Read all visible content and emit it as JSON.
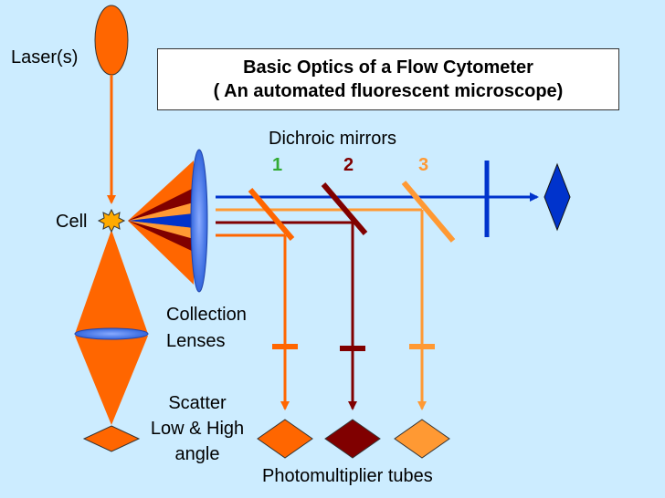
{
  "title": {
    "line1": "Basic Optics of a Flow Cytometer",
    "line2": "( An automated fluorescent microscope)"
  },
  "labels": {
    "laser": "Laser(s)",
    "cell": "Cell",
    "dichroic": "Dichroic mirrors",
    "collection_line1": "Collection",
    "collection_line2": "Lenses",
    "scatter_line1": "Scatter",
    "scatter_line2": "Low & High",
    "scatter_line3": "angle",
    "pmt": "Photomultiplier tubes"
  },
  "mirrors": [
    {
      "number": "1",
      "color": "#33AA33",
      "beam_color": "#FF6600"
    },
    {
      "number": "2",
      "color": "#800000",
      "beam_color": "#800000"
    },
    {
      "number": "3",
      "color": "#FF9933",
      "beam_color": "#FF9933"
    }
  ],
  "colors": {
    "background": "#CCECFF",
    "laser": "#FF6600",
    "blue_beam": "#0033CC",
    "lens": "#4477EE",
    "orange": "#FF6600",
    "dark_red": "#800000",
    "light_orange": "#FF9933"
  }
}
